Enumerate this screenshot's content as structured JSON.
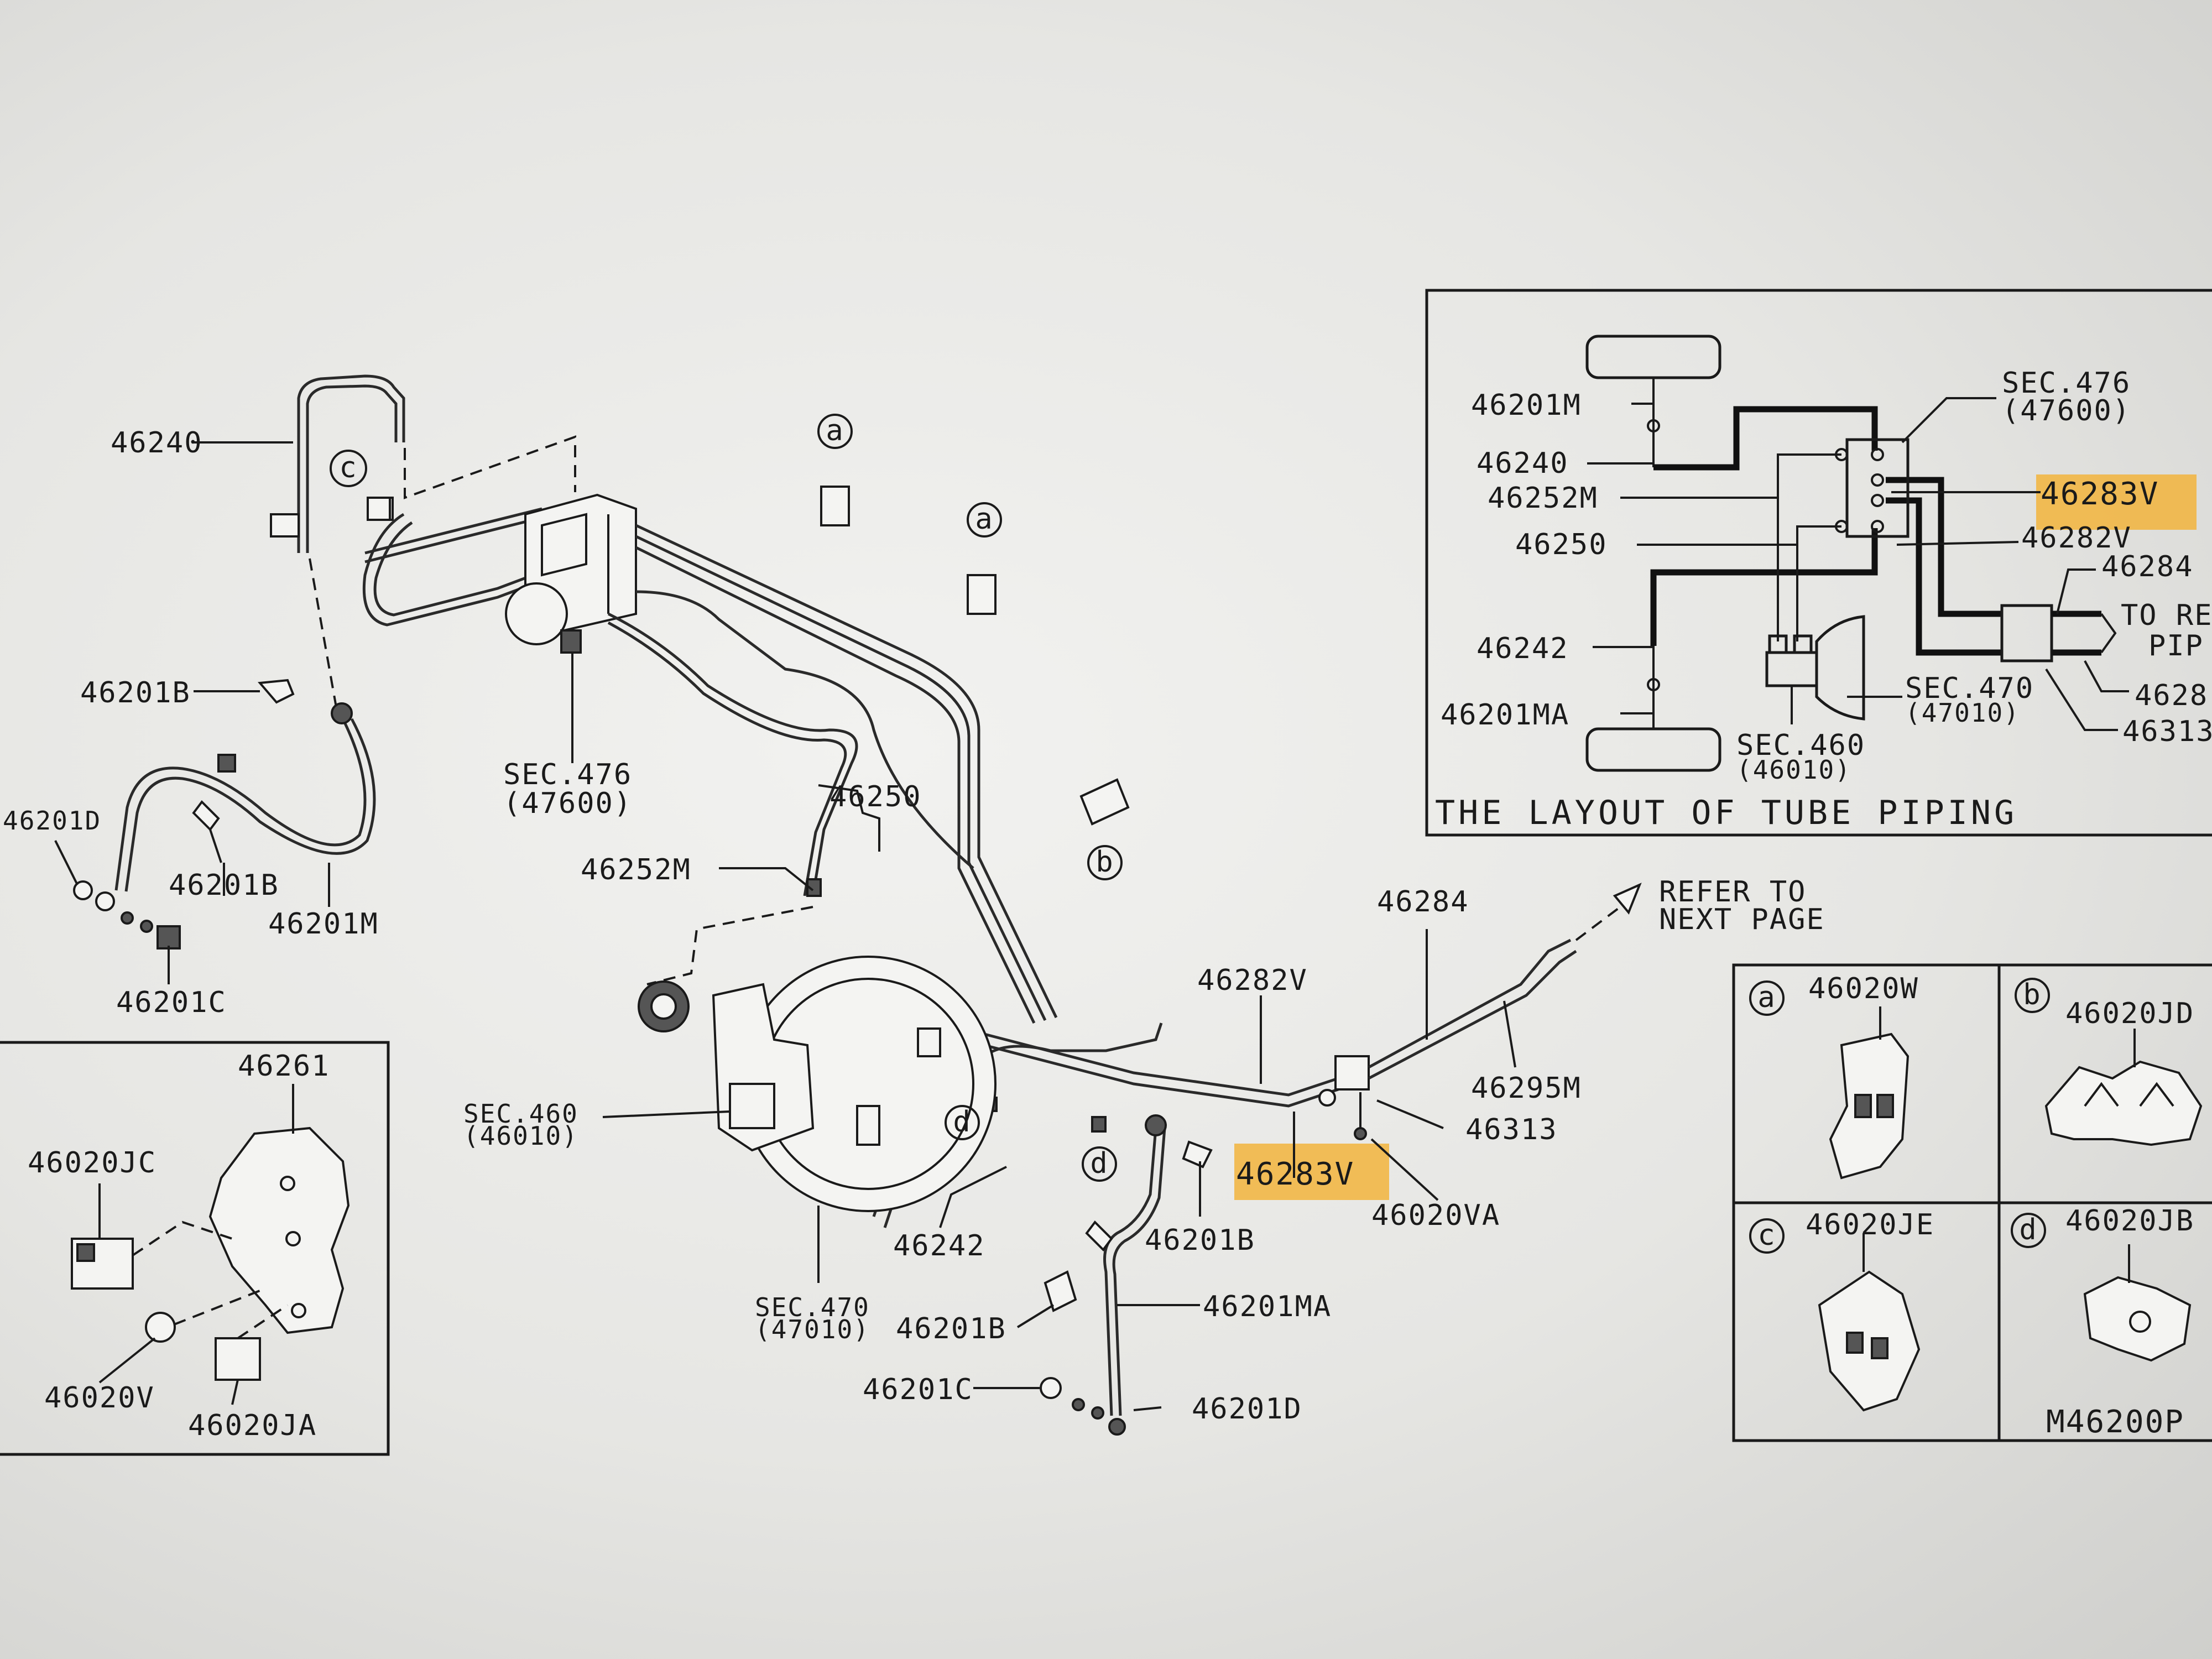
{
  "diagram": {
    "main_labels": {
      "l_46240": "46240",
      "l_46201B_a": "46201B",
      "l_46201D_a": "46201D",
      "l_46201B_b": "46201B",
      "l_46201M": "46201M",
      "l_46201C_a": "46201C",
      "l_sec476_a": "SEC.476",
      "l_sec476_b": "(47600)",
      "l_46250": "46250",
      "l_46252M": "46252M",
      "l_sec460_a": "SEC.460",
      "l_sec460_b": "(46010)",
      "l_46242": "46242",
      "l_sec470_a": "SEC.470",
      "l_sec470_b": "(47010)",
      "l_46201B_c": "46201B",
      "l_46201B_d": "46201B",
      "l_46201MA": "46201MA",
      "l_46201C_b": "46201C",
      "l_46201D_b": "46201D",
      "l_46282V": "46282V",
      "l_46283V": "46283V",
      "l_46284": "46284",
      "l_46295M": "46295M",
      "l_46313": "46313",
      "l_46020VA": "46020VA",
      "l_refer_a": "REFER TO",
      "l_refer_b": "NEXT PAGE"
    },
    "callout_letters": {
      "a1": "a",
      "a2": "a",
      "b1": "b",
      "c1": "c",
      "d1": "d",
      "d2": "d"
    },
    "inset_bracket": {
      "l_46261": "46261",
      "l_46020JC": "46020JC",
      "l_46020V": "46020V",
      "l_46020JA": "46020JA"
    },
    "inset_layout": {
      "title": "THE LAYOUT OF TUBE PIPING",
      "l_46201M": "46201M",
      "l_46240": "46240",
      "l_46252M": "46252M",
      "l_46250": "46250",
      "l_46242": "46242",
      "l_46201MA": "46201MA",
      "l_sec476_a": "SEC.476",
      "l_sec476_b": "(47600)",
      "l_46283V": "46283V",
      "l_46282V": "46282V",
      "l_46284": "46284",
      "l_to_rear_a": "TO RE",
      "l_to_rear_b": "PIP",
      "l_sec470_a": "SEC.470",
      "l_sec470_b": "(47010)",
      "l_sec460_a": "SEC.460",
      "l_sec460_b": "(46010)",
      "l_4628": "4628",
      "l_46313": "46313"
    },
    "inset_parts": {
      "a_letter": "a",
      "a_part": "46020W",
      "b_letter": "b",
      "b_part": "46020JD",
      "c_letter": "c",
      "c_part": "46020JE",
      "d_letter": "d",
      "d_part": "46020JB",
      "ref_code": "M46200P"
    },
    "highlight_color": "#f2b43c"
  }
}
